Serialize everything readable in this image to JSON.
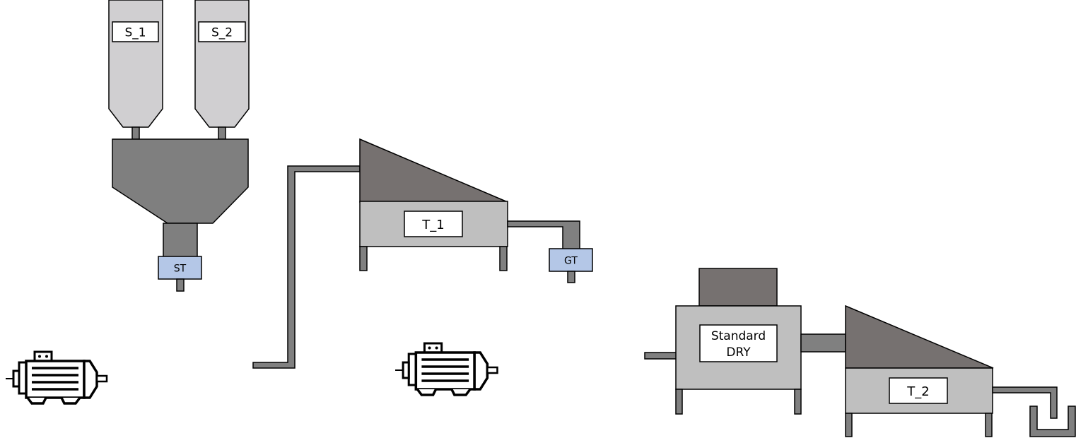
{
  "labels": {
    "s1": "S_1",
    "s2": "S_2",
    "st": "ST",
    "t1": "T_1",
    "gt": "GT",
    "dry_line1": "Standard",
    "dry_line2": "DRY",
    "t2": "T_2"
  },
  "colors": {
    "silo_fill": "#d0cfd1",
    "hopper_fill": "#7f7f7f",
    "trough_top": "#767170",
    "trough_body": "#bfbfbf",
    "pipe": "#808080",
    "sensor_fill": "#b4c7e7",
    "outline": "#000000"
  },
  "icons": {
    "motor_left": "electric-motor-icon",
    "motor_middle": "electric-motor-icon"
  }
}
